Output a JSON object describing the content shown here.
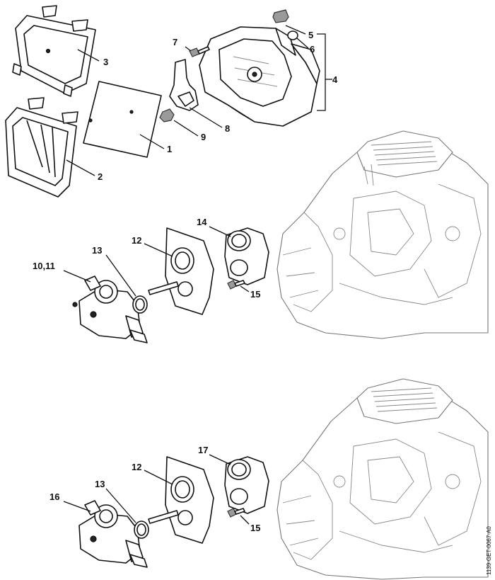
{
  "callouts": {
    "c1": "1",
    "c2": "2",
    "c3": "3",
    "c4": "4",
    "c5": "5",
    "c6": "6",
    "c7": "7",
    "c8": "8",
    "c9": "9",
    "c10_11": "10,11",
    "c12_top": "12",
    "c13_top": "13",
    "c14": "14",
    "c15_top": "15",
    "c16": "16",
    "c12_bottom": "12",
    "c13_bottom": "13",
    "c17": "17",
    "c15_bottom": "15"
  },
  "drawing_code": "1139-GET-0067-A0"
}
